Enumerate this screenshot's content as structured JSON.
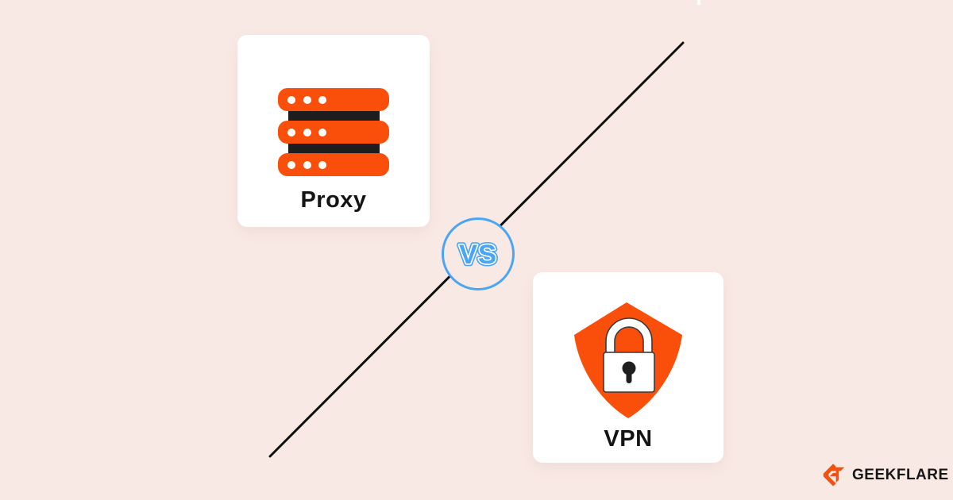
{
  "colors": {
    "bg": "#f9e9e5",
    "card": "#ffffff",
    "orange": "#fa4e0b",
    "dark": "#1d1d1d",
    "blue": "#4aa5f4",
    "line": "#101010",
    "text": "#141414",
    "brand-text": "#161616",
    "brand-orange": "#f4500e"
  },
  "cards": {
    "proxy": {
      "label": "Proxy",
      "icon": "server-stack-icon"
    },
    "vpn": {
      "label": "VPN",
      "icon": "shield-lock-icon"
    }
  },
  "versus": {
    "label": "VS"
  },
  "brand": {
    "name": "GEEKFLARE",
    "icon": "geekflare-flare-icon"
  }
}
